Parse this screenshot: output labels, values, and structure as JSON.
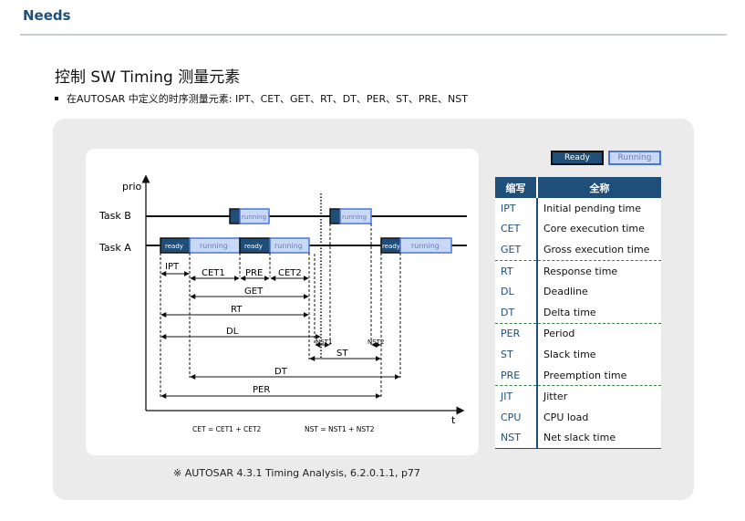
{
  "header": {
    "title": "Needs"
  },
  "main": {
    "title": "控制 SW Timing 测量元素",
    "bullet": "在AUTOSAR 中定义的时序测量元素: IPT、CET、GET、RT、DT、PER、ST、PRE、NST"
  },
  "legend": {
    "ready": "Ready",
    "running": "Running"
  },
  "diagram": {
    "prio_label": "prio",
    "time_label": "t",
    "task_b": "Task B",
    "task_a": "Task A",
    "ready": "ready",
    "running": "running",
    "ipt": "IPT",
    "cet1": "CET1",
    "pre": "PRE",
    "cet2": "CET2",
    "get": "GET",
    "rt": "RT",
    "dl": "DL",
    "nst1": "NST1",
    "nst2": "NST2",
    "st": "ST",
    "dt": "DT",
    "per": "PER",
    "formula1": "CET = CET1 + CET2",
    "formula2": "NST = NST1 + NST2"
  },
  "table": {
    "headers": [
      "缩写",
      "全称"
    ],
    "rows": [
      [
        "IPT",
        "Initial pending time"
      ],
      [
        "CET",
        "Core execution time"
      ],
      [
        "GET",
        "Gross execution time"
      ],
      [
        "RT",
        "Response time"
      ],
      [
        "DL",
        "Deadline"
      ],
      [
        "DT",
        "Delta time"
      ],
      [
        "PER",
        "Period"
      ],
      [
        "ST",
        "Slack time"
      ],
      [
        "PRE",
        "Preemption time"
      ],
      [
        "JIT",
        "Jitter"
      ],
      [
        "CPU",
        "CPU load"
      ],
      [
        "NST",
        "Net slack time"
      ]
    ]
  },
  "footnote": "※ AUTOSAR 4.3.1 Timing Analysis, 6.2.0.1.1, p77",
  "colors": {
    "ready": "#1f4e79",
    "running": "#c9d8f5",
    "running_border": "#4a76d8",
    "group_divider": "#3a7d44"
  }
}
